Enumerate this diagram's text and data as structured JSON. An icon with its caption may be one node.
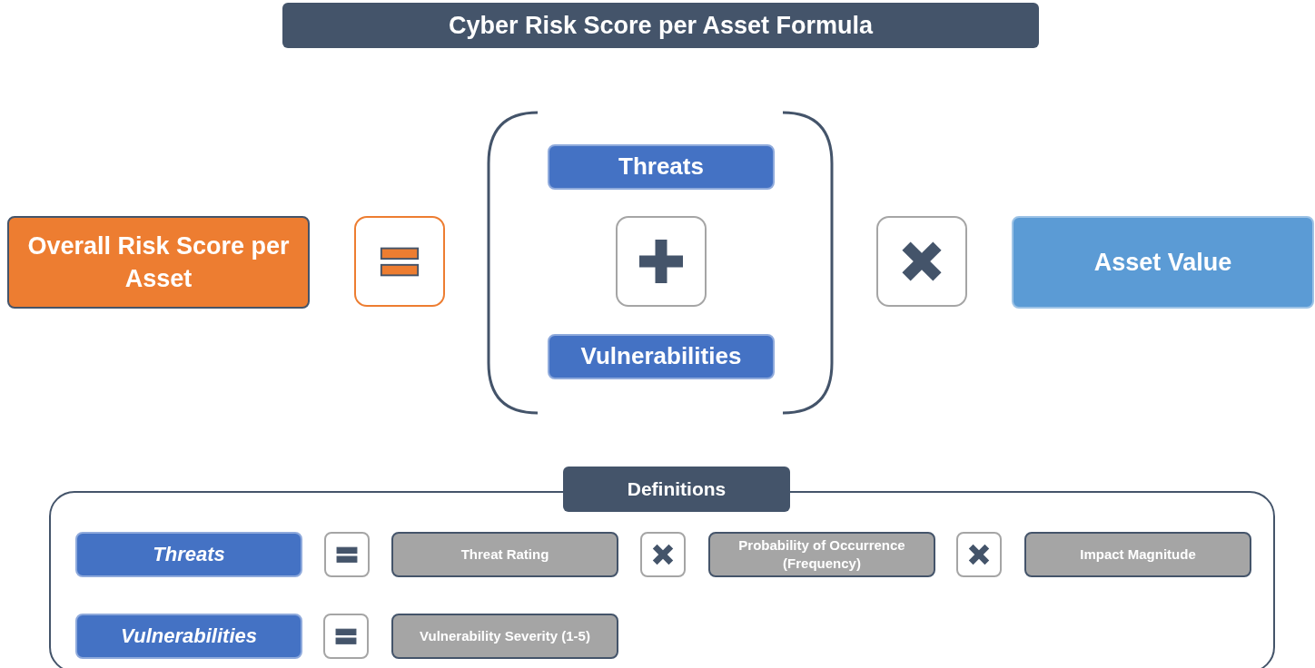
{
  "diagram": {
    "title": "Cyber Risk Score per Asset Formula",
    "nodes": [
      {
        "text": [
          "Overall Risk Score per Asset"
        ]
      },
      {
        "text": [],
        "shape": "box"
      },
      {
        "text": [
          "Threats"
        ]
      },
      {
        "text": [],
        "shape": "box"
      },
      {
        "text": [
          "Vulnerabilities"
        ]
      },
      {
        "text": [],
        "shape": "box"
      },
      {
        "text": [
          "Asset Value"
        ]
      },
      {
        "text": [
          "Definitions"
        ]
      },
      {
        "text": [
          "Threats"
        ],
        "in": 7
      },
      {
        "text": [],
        "shape": "box",
        "in": 7
      },
      {
        "text": [
          "Threat Rating"
        ],
        "in": 7
      },
      {
        "text": [],
        "shape": "box",
        "in": 7
      },
      {
        "text": [
          "Probability of Occurrence (Frequency)"
        ],
        "in": 7
      },
      {
        "text": [],
        "shape": "box",
        "in": 7
      },
      {
        "text": [
          "Impact Magnitude"
        ],
        "in": 7
      },
      {
        "text": [
          "Vulnerabilities"
        ],
        "in": 7
      },
      {
        "text": [],
        "shape": "box",
        "in": 7
      },
      {
        "text": [
          "Vulnerability Severity (1-5)"
        ],
        "in": 7
      }
    ],
    "edges": []
  }
}
